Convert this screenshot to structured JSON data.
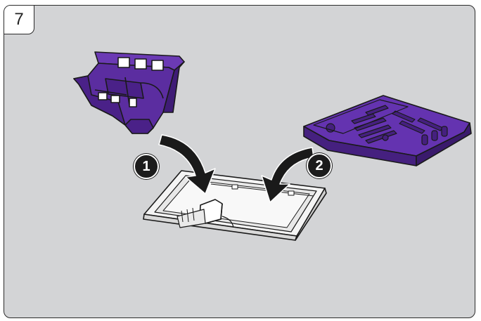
{
  "step_number": "7",
  "callouts": [
    {
      "label": "1"
    },
    {
      "label": "2"
    }
  ],
  "parts": {
    "basket": {
      "color": "#5b2da0"
    },
    "lid": {
      "color": "#5b2da0"
    },
    "tray": {
      "color": "#f4f4f4"
    }
  },
  "icons": [
    "curved-arrow-icon",
    "curved-arrow-icon"
  ]
}
